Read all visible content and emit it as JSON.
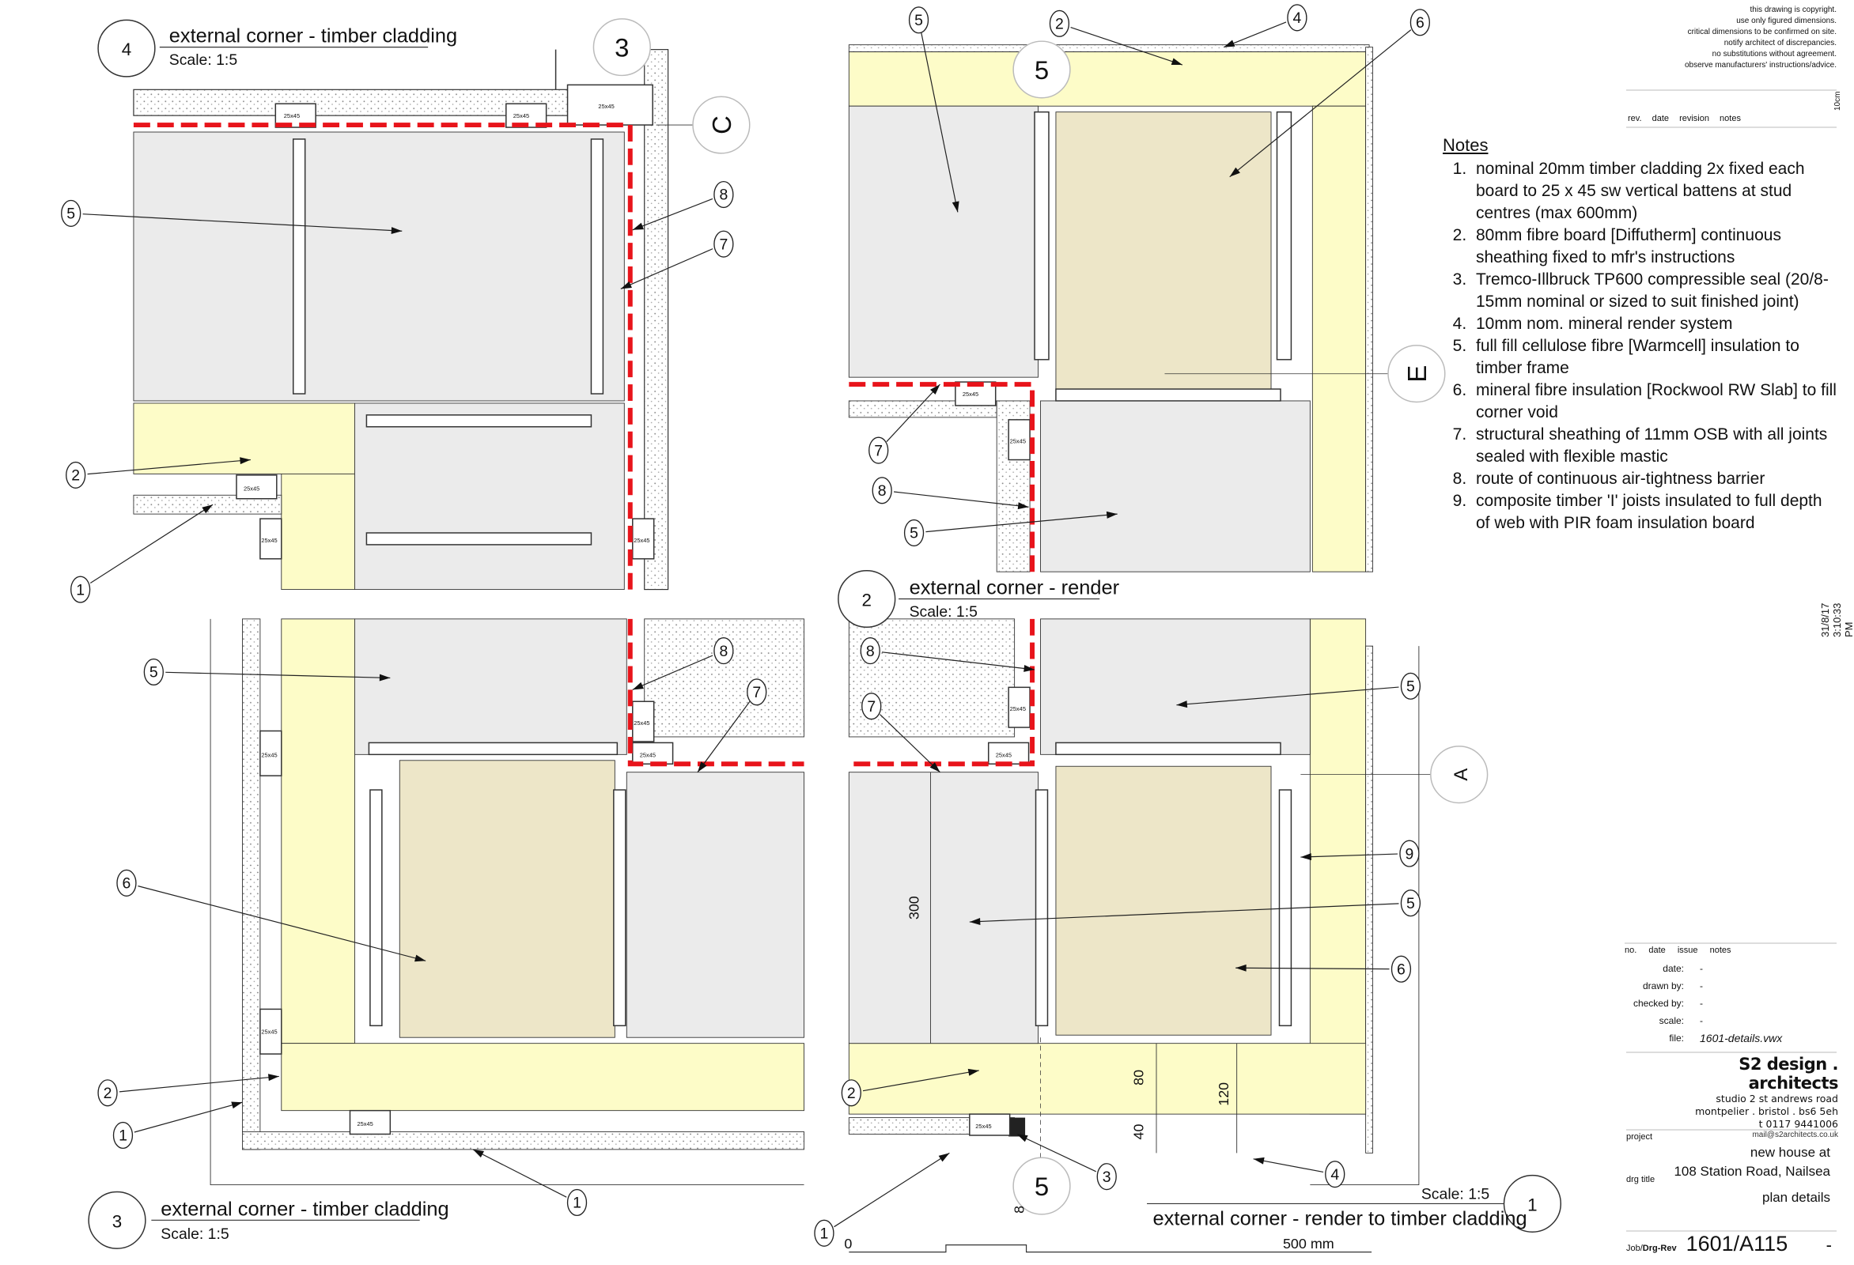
{
  "disclaimer": [
    "this drawing is copyright.",
    "use only figured dimensions.",
    "critical dimensions to be confirmed on site.",
    "notify architect of discrepancies.",
    "no substitutions without agreement.",
    "observe manufacturers' instructions/advice."
  ],
  "revision_header": {
    "rev": "rev.",
    "date": "date",
    "notes": "revision notes",
    "scale_mark": "10cm"
  },
  "notes": {
    "title": "Notes",
    "items": [
      "nominal 20mm timber cladding 2x fixed each board to 25 x 45 sw vertical battens at stud centres (max 600mm)",
      "80mm fibre board [Diffutherm] continuous sheathing fixed to mfr's instructions",
      "Tremco-Illbruck TP600 compressible seal (20/8-15mm nominal or sized to suit finished joint)",
      "10mm nom. mineral render system",
      "full fill cellulose fibre [Warmcell] insulation to timber frame",
      "mineral fibre insulation [Rockwool RW Slab] to fill corner void",
      "structural sheathing of 11mm OSB with all joints sealed with flexible mastic",
      "route of continuous air-tightness barrier",
      "composite timber 'I' joists insulated to full depth of web with PIR foam insulation board"
    ]
  },
  "plot_stamp": {
    "date": "31/8/17",
    "time": "3:10:33 PM"
  },
  "title_block": {
    "issue_header": {
      "no": "no.",
      "date": "date",
      "notes": "issue notes"
    },
    "fields": [
      {
        "label": "date:",
        "value": "-"
      },
      {
        "label": "drawn by:",
        "value": "-"
      },
      {
        "label": "checked by:",
        "value": "-"
      },
      {
        "label": "scale:",
        "value": "-"
      },
      {
        "label": "file:",
        "value": "1601-details.vwx"
      }
    ],
    "firm": {
      "name": "S2 design . architects",
      "address1": "studio 2    st andrews road",
      "address2": "montpelier . bristol . bs6 5eh",
      "phone": "t 0117 9441006",
      "email": "mail@s2architects.co.uk"
    },
    "project_label": "project",
    "project": [
      "new house at",
      "108 Station Road, Nailsea"
    ],
    "drg_title_label": "drg title",
    "drg_title": "plan details",
    "job_label_a": "Job/",
    "job_label_b": "Drg-Rev",
    "job_number": "1601/A115",
    "revision": "-"
  },
  "details": {
    "d4": {
      "number": "4",
      "title": "external corner - timber cladding",
      "scale": "Scale: 1:5"
    },
    "d2": {
      "number": "2",
      "title": "external corner - render",
      "scale": "Scale: 1:5"
    },
    "d3": {
      "number": "3",
      "title": "external corner - timber cladding",
      "scale": "Scale: 1:5"
    },
    "d1": {
      "number": "1",
      "title": "external corner - render to timber cladding",
      "scale": "Scale: 1:5"
    }
  },
  "section_markers": {
    "c": "C",
    "e": "E",
    "a": "A",
    "s3": "3",
    "s5_top": "5",
    "s5_bottom": "5"
  },
  "callouts": [
    "5",
    "2",
    "1",
    "8",
    "7",
    "5",
    "2",
    "4",
    "6",
    "7",
    "8",
    "5",
    "5",
    "8",
    "7",
    "6",
    "2",
    "1",
    "1",
    "8",
    "7",
    "5",
    "9",
    "5",
    "6",
    "2",
    "3",
    "4",
    "1"
  ],
  "batten_label": "25x45",
  "dimensions": {
    "d300": "300",
    "d80": "80",
    "d120": "120",
    "d40": "40",
    "d8": "8",
    "scale_zero": "0",
    "scale_500": "500 mm"
  },
  "colors": {
    "fibreboard": "#fdfcc8",
    "cellulose": "#ebebeb",
    "mineral_wool": "#ede6c8",
    "airtight": "#e8141b"
  }
}
